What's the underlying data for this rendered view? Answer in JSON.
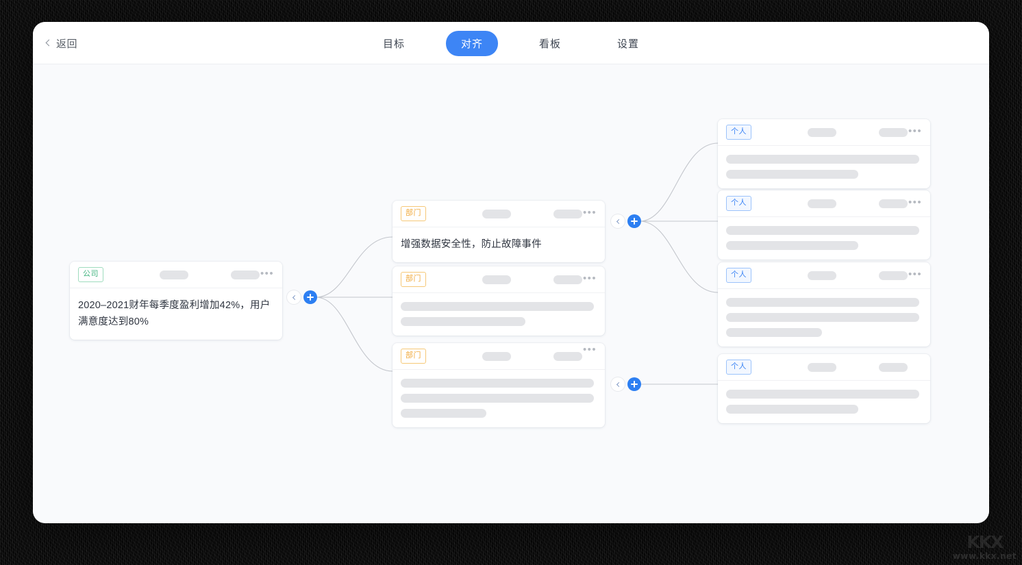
{
  "window": {
    "topbar": {
      "back_label": "返回",
      "back_icon": "chevron-left-icon",
      "tabs": [
        {
          "label": "目标",
          "active": false
        },
        {
          "label": "对齐",
          "active": true
        },
        {
          "label": "看板",
          "active": false
        },
        {
          "label": "设置",
          "active": false
        }
      ],
      "active_tab_color": "#3d85f5"
    }
  },
  "canvas": {
    "background_color": "#f9fafc",
    "edge_color": "#c3c6cc",
    "badge_colors": {
      "company": "#43b581",
      "department": "#f0a93c",
      "personal": "#3d85f5"
    },
    "controls": {
      "collapse_icon": "chevron-left-icon",
      "add_icon": "plus-icon",
      "add_button_color": "#2d7ff2"
    },
    "menu_icon": "ellipsis-icon",
    "nodes": {
      "company": {
        "badge": "公司",
        "badge_type": "company",
        "text": "2020–2021财年每季度盈利增加42%，用户满意度达到80%",
        "placeholder_bars": []
      },
      "departments": [
        {
          "badge": "部门",
          "badge_type": "department",
          "text": "增强数据安全性，防止故障事件",
          "placeholder_bars": []
        },
        {
          "badge": "部门",
          "badge_type": "department",
          "text": "",
          "placeholder_bars": [
            282,
            182
          ]
        },
        {
          "badge": "部门",
          "badge_type": "department",
          "text": "",
          "placeholder_bars": [
            282,
            282,
            125
          ]
        }
      ],
      "personals": [
        {
          "badge": "个人",
          "badge_type": "personal",
          "text": "",
          "placeholder_bars": [
            282,
            193
          ],
          "has_menu": true
        },
        {
          "badge": "个人",
          "badge_type": "personal",
          "text": "",
          "placeholder_bars": [
            282,
            193
          ],
          "has_menu": true
        },
        {
          "badge": "个人",
          "badge_type": "personal",
          "text": "",
          "placeholder_bars": [
            282,
            282,
            140
          ],
          "has_menu": true
        },
        {
          "badge": "个人",
          "badge_type": "personal",
          "text": "",
          "placeholder_bars": [
            282,
            193
          ],
          "has_menu": false
        }
      ]
    }
  },
  "watermark": {
    "logo": "KKX",
    "url": "www.kkx.net"
  }
}
